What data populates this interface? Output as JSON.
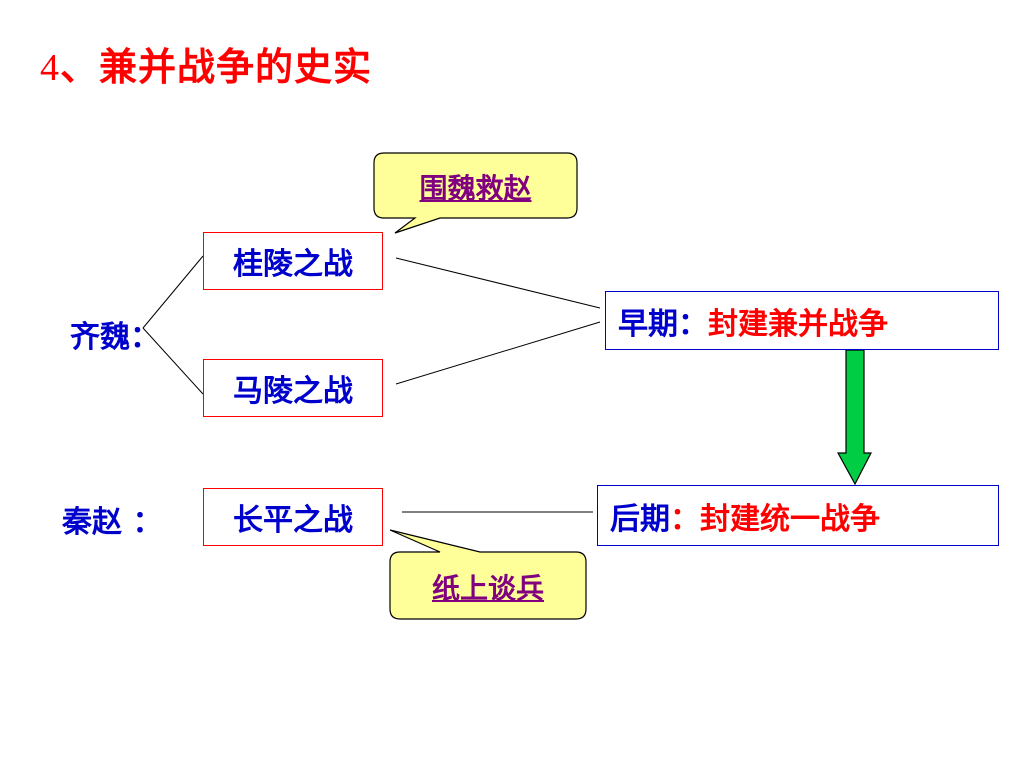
{
  "title": {
    "number": "4",
    "text": "、兼并战争的史实"
  },
  "labels": {
    "qi_wei": "齐魏：",
    "qin_zhao": "秦赵 ："
  },
  "battles": {
    "guiling": "桂陵之战",
    "maling": "马陵之战",
    "changping": "长平之战"
  },
  "periods": {
    "early": {
      "label": "早期：",
      "desc": " 封建兼并战争"
    },
    "late": {
      "label": "后期",
      "colon": "：",
      "desc": "封建统一战争"
    }
  },
  "callouts": {
    "weiweijiuzhao": "围魏救赵",
    "zhishangtanbing": "纸上谈兵"
  },
  "colors": {
    "title": "#ff0000",
    "label_blue": "#0000cc",
    "accent_red": "#ff0000",
    "callout_fill": "#ffff99",
    "callout_text": "#800080",
    "arrow_fill": "#00cc44"
  }
}
